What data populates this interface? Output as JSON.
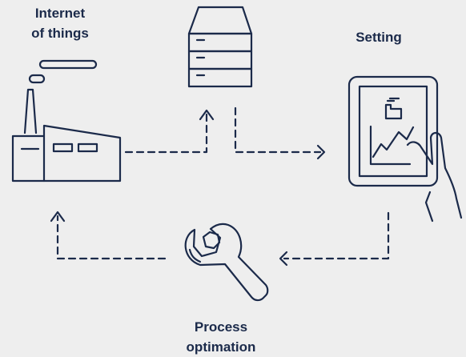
{
  "colors": {
    "background": "#eeeeee",
    "stroke": "#1b2a4a",
    "text": "#1b2a4a"
  },
  "nodes": {
    "iot": {
      "label_line1": "Internet",
      "label_line2": "of things",
      "icon": "factory-icon"
    },
    "server": {
      "icon": "server-stack-icon"
    },
    "setting": {
      "label": "Setting",
      "icon": "tablet-with-hand-icon"
    },
    "process": {
      "label_line1": "Process",
      "label_line2": "optimation",
      "icon": "wrench-icon"
    }
  }
}
